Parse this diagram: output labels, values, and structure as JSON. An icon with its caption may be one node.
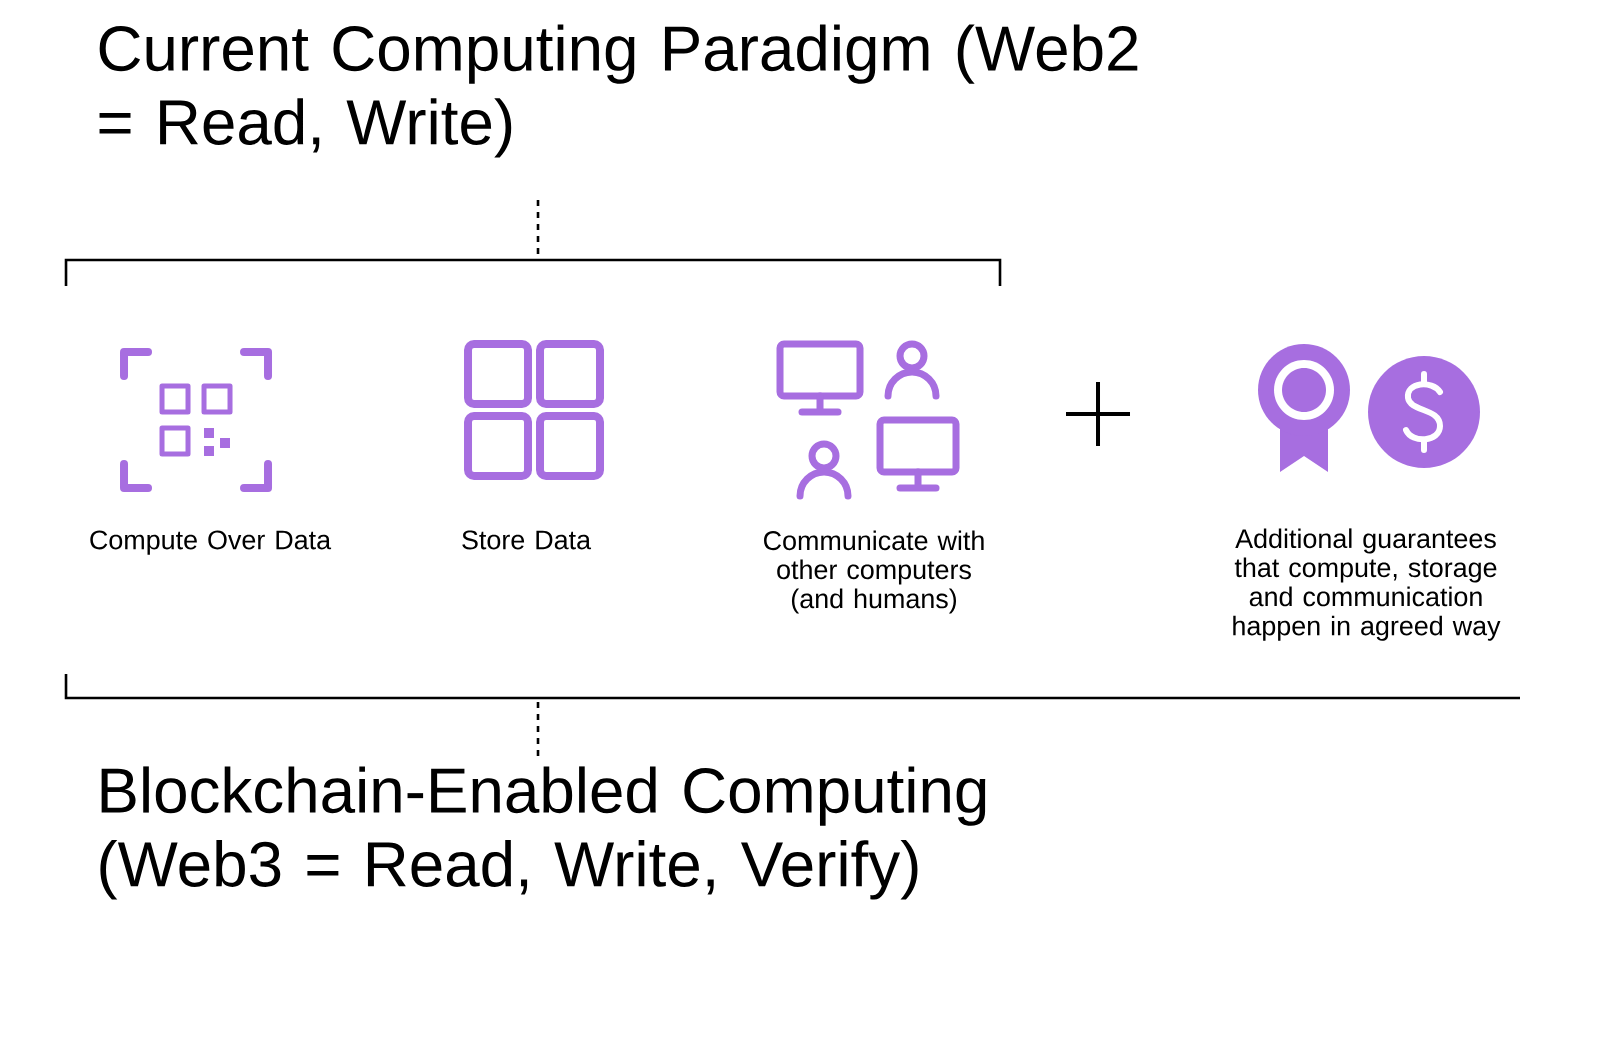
{
  "diagram": {
    "labels": [
      "Current Computing Paradigm (Web2 = Read, Write)",
      "Compute Over Data",
      "Store Data",
      "Communicate with other computers (and humans)",
      "Additional guarantees that compute, storage and communication happen in agreed way",
      "Blockchain-Enabled Computing (Web3 = Read, Write, Verify)"
    ]
  }
}
